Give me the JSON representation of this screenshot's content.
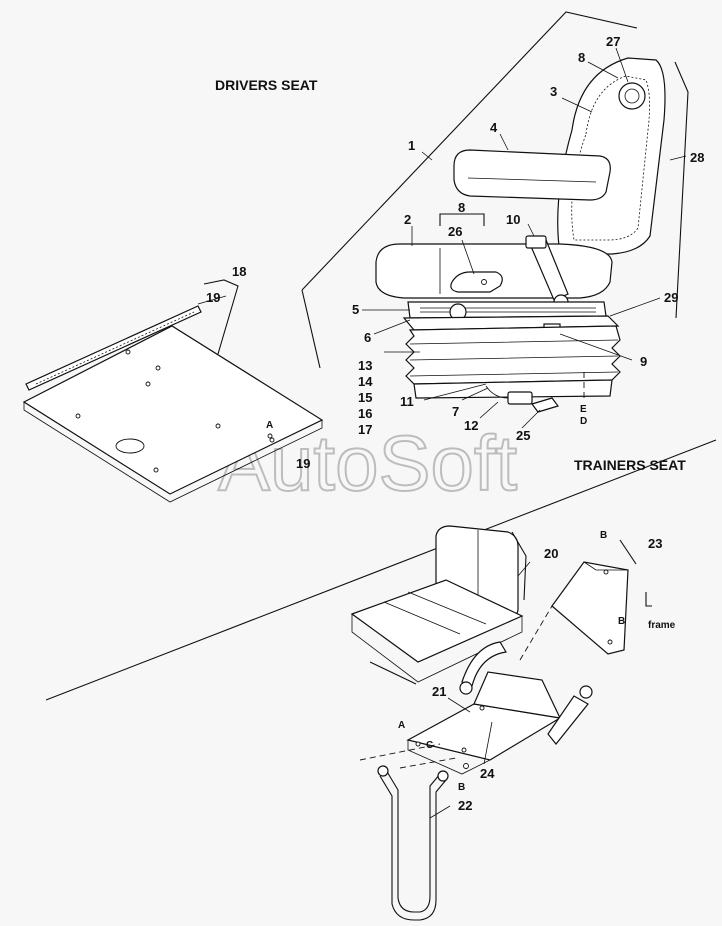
{
  "headings": {
    "drivers_seat": "DRIVERS SEAT",
    "trainers_seat": "TRAINERS SEAT"
  },
  "watermark": "AutoSoft",
  "callouts": {
    "c1": "1",
    "c2": "2",
    "c3": "3",
    "c4": "4",
    "c5": "5",
    "c6": "6",
    "c7": "7",
    "c8a": "8",
    "c8b": "8",
    "c9": "9",
    "c10": "10",
    "c11": "11",
    "c12": "12",
    "c13": "13",
    "c14": "14",
    "c15": "15",
    "c16": "16",
    "c17": "17",
    "c18": "18",
    "c19a": "19",
    "c19b": "19",
    "c20": "20",
    "c21": "21",
    "c22": "22",
    "c23": "23",
    "c24": "24",
    "c25": "25",
    "c26": "26",
    "c27": "27",
    "c28": "28",
    "c29": "29"
  },
  "letters": {
    "a_plate": "A",
    "e": "E",
    "d": "D",
    "b_bracket_top": "B",
    "b_bracket_side": "B",
    "frame": "frame",
    "a_base": "A",
    "c_base": "C",
    "b_base": "B"
  }
}
